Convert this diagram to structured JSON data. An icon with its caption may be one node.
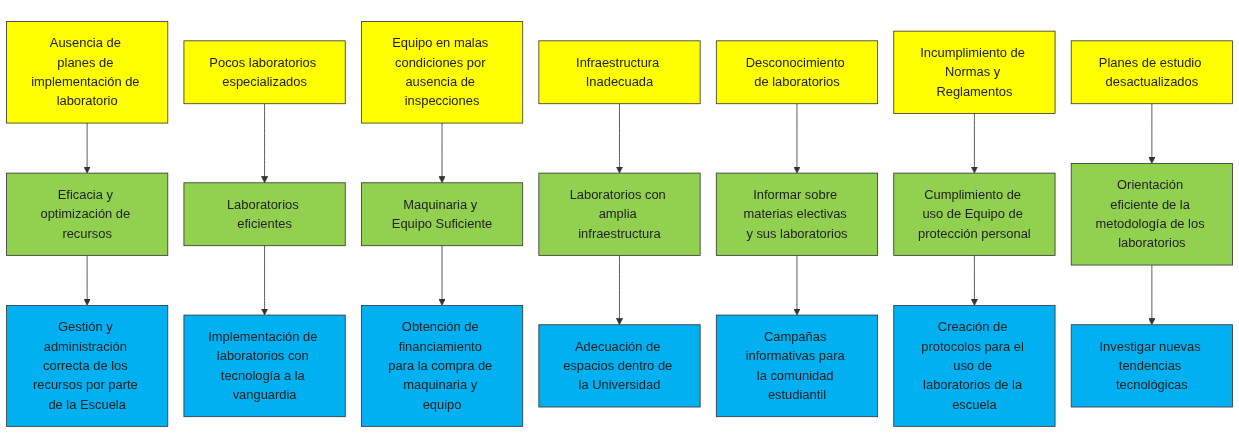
{
  "diagram": {
    "nodes": [
      {
        "text": [
          "Ausencia de planes de implementación de laboratorio"
        ]
      },
      {
        "text": [
          "Pocos laboratorios especializados"
        ]
      },
      {
        "text": [
          "Equipo en malas condiciones por ausencia de inspecciones"
        ]
      },
      {
        "text": [
          "Infraestructura Inadecuada"
        ]
      },
      {
        "text": [
          "Desconocimiento de laboratorios"
        ]
      },
      {
        "text": [
          "Incumplimiento de Normas y Reglamentos"
        ]
      },
      {
        "text": [
          "Planes de estudio desactualizados"
        ]
      },
      {
        "text": [
          "Eficacia y optimización de recursos"
        ]
      },
      {
        "text": [
          "Laboratorios eficientes"
        ]
      },
      {
        "text": [
          "Maquinaria y Equipo Suficiente"
        ]
      },
      {
        "text": [
          "Laboratorios con amplia infraestructura"
        ]
      },
      {
        "text": [
          "Informar sobre materias electivas y sus laboratorios"
        ]
      },
      {
        "text": [
          "Cumplimiento de uso de Equipo de protección personal"
        ]
      },
      {
        "text": [
          "Orientación eficiente de la metodología de los laboratorios"
        ]
      },
      {
        "text": [
          "Gestión y administración correcta de los recursos por parte de la Escuela"
        ]
      },
      {
        "text": [
          "Implementación de laboratorios con tecnología a la vanguardia"
        ]
      },
      {
        "text": [
          "Obtención de financiamiento para la compra de maquinaria y equipo"
        ]
      },
      {
        "text": [
          "Adecuación de espacios dentro de la Universidad"
        ]
      },
      {
        "text": [
          "Campañas informativas para la comunidad estudiantil"
        ]
      },
      {
        "text": [
          "Creación de protocolos para el uso de laboratorios de la escuela"
        ]
      },
      {
        "text": [
          "Investigar nuevas tendencias tecnológicas"
        ]
      }
    ],
    "edges": [
      {
        "from": 0,
        "to": 7,
        "arrow": "to"
      },
      {
        "from": 7,
        "to": 14,
        "arrow": "to"
      },
      {
        "from": 1,
        "to": 8,
        "arrow": "to"
      },
      {
        "from": 8,
        "to": 15,
        "arrow": "to"
      },
      {
        "from": 2,
        "to": 9,
        "arrow": "to"
      },
      {
        "from": 9,
        "to": 16,
        "arrow": "to"
      },
      {
        "from": 3,
        "to": 10,
        "arrow": "to"
      },
      {
        "from": 10,
        "to": 17,
        "arrow": "to"
      },
      {
        "from": 4,
        "to": 11,
        "arrow": "to"
      },
      {
        "from": 11,
        "to": 18,
        "arrow": "to"
      },
      {
        "from": 5,
        "to": 12,
        "arrow": "to"
      },
      {
        "from": 12,
        "to": 19,
        "arrow": "to"
      },
      {
        "from": 6,
        "to": 13,
        "arrow": "to"
      },
      {
        "from": 13,
        "to": 20,
        "arrow": "to"
      }
    ]
  }
}
